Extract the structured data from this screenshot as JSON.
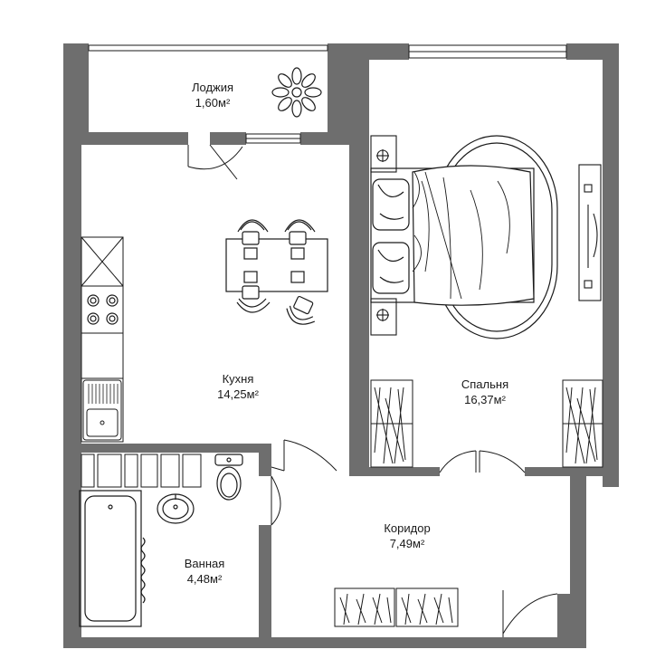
{
  "colors": {
    "wall": "#6e6e6e",
    "line": "#1a1a1a",
    "background": "#ffffff"
  },
  "rooms": {
    "loggia": {
      "name": "Лоджия",
      "area": "1,60м²"
    },
    "kitchen": {
      "name": "Кухня",
      "area": "14,25м²"
    },
    "bedroom": {
      "name": "Спальня",
      "area": "16,37м²"
    },
    "corridor": {
      "name": "Коридор",
      "area": "7,49м²"
    },
    "bathroom": {
      "name": "Ванная",
      "area": "4,48м²"
    }
  },
  "icons": [
    "plant-icon",
    "bed-icon",
    "rug-icon",
    "table-icon",
    "chair-icon",
    "stove-icon",
    "sink-icon",
    "toilet-icon",
    "bathtub-icon",
    "washbasin-icon",
    "wardrobe-icon",
    "lamp-icon",
    "door-swing-icon",
    "window-icon"
  ]
}
